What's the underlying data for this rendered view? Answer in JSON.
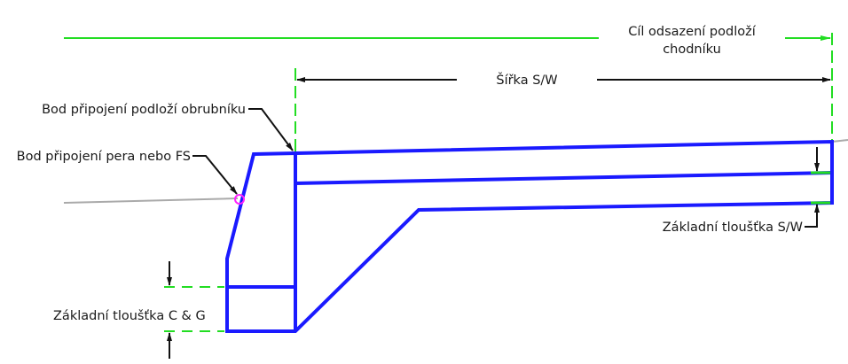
{
  "labels": {
    "offset_target_line1": "Cíl odsazení podloží",
    "offset_target_line2": "chodníku",
    "sidewalk_width": "Šířka S/W",
    "curb_subbase_point": "Bod připojení podloží obrubníku",
    "flange_attachment_point": "Bod připojení pera nebo FS",
    "cg_base_depth": "Základní tloušťka C & G",
    "sw_base_depth": "Základní tloušťka S/W"
  },
  "colors": {
    "shape": "#1a1aff",
    "dimension": "#22dd22",
    "leader": "#111111",
    "ground": "#aaaaaa",
    "attach_marker": "#ff22ff"
  }
}
